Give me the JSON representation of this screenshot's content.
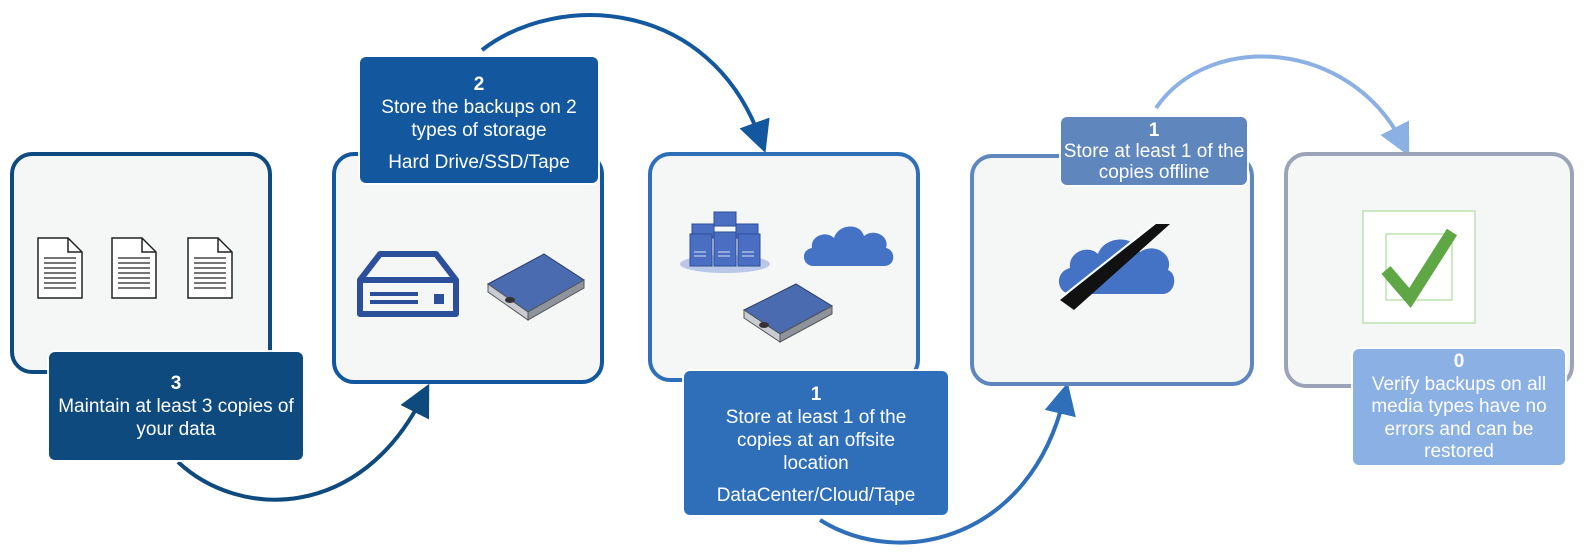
{
  "colors": {
    "step1": "#0e4a7e",
    "step2": "#13589e",
    "step3": "#2f6fb9",
    "step4": "#5f86bd",
    "step5": "#8bb0e3",
    "cloud": "#4472c4",
    "check": "#5fa744"
  },
  "steps": [
    {
      "number": "3",
      "text": "Maintain at least 3 copies of your data",
      "sub": "",
      "icons": [
        "document-icon",
        "document-icon",
        "document-icon"
      ]
    },
    {
      "number": "2",
      "text": "Store the backups on 2 types of storage",
      "sub": "Hard Drive/SSD/Tape",
      "icons": [
        "hard-drive-icon",
        "tape-drive-icon"
      ]
    },
    {
      "number": "1",
      "text": "Store at least 1 of the copies at an offsite location",
      "sub": "DataCenter/Cloud/Tape",
      "icons": [
        "datacenter-icon",
        "cloud-icon",
        "tape-drive-icon"
      ]
    },
    {
      "number": "1",
      "text": "Store at least 1 of the copies offline",
      "sub": "",
      "icons": [
        "offline-cloud-icon"
      ]
    },
    {
      "number": "0",
      "text": "Verify backups on all media types have no errors and can be restored",
      "sub": "",
      "icons": [
        "checkmark-icon"
      ]
    }
  ]
}
